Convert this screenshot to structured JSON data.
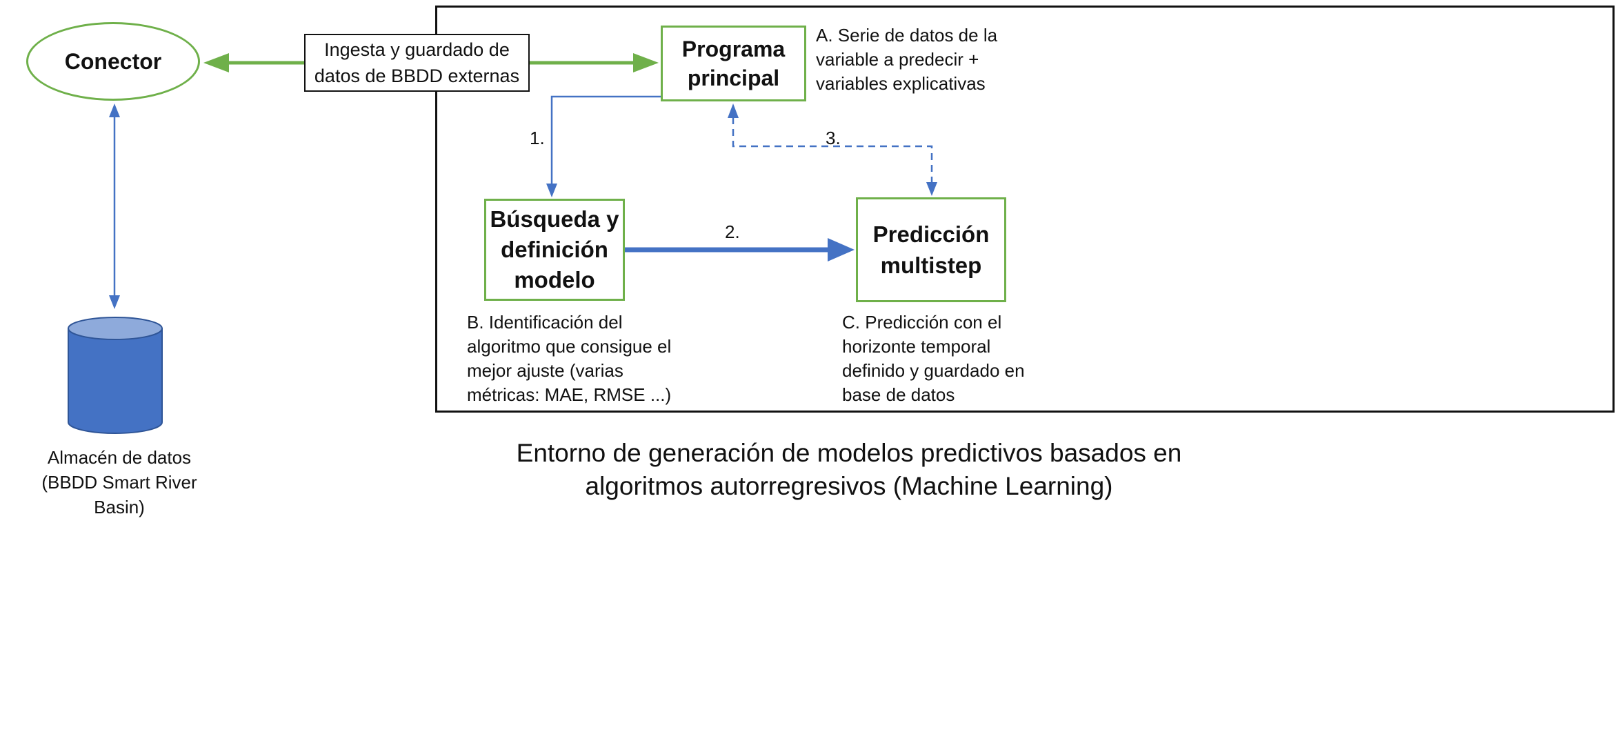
{
  "nodes": {
    "conector": "Conector",
    "ingesta": "Ingesta y guardado de\ndatos de BBDD externas",
    "programa": "Programa\nprincipal",
    "busqueda": "Búsqueda y\ndefinición\nmodelo",
    "prediccion": "Predicción\nmultistep"
  },
  "notes": {
    "a": "A. Serie de datos de la\nvariable a predecir +\nvariables explicativas",
    "b": "B. Identificación del\nalgoritmo que consigue el\nmejor ajuste (varias\nmétricas: MAE, RMSE ...)",
    "c": "C. Predicción con el\nhorizonte temporal\ndefinido y guardado en\nbase de datos"
  },
  "steps": {
    "s1": "1.",
    "s2": "2.",
    "s3": "3."
  },
  "storage_label": "Almacén de datos\n(BBDD Smart River Basin)",
  "environment_title": "Entorno de generación de modelos predictivos basados en\nalgoritmos autorregresivos (Machine Learning)",
  "colors": {
    "green": "#6fb04a",
    "blue": "#4472c4",
    "db_fill": "#4472c4",
    "db_top": "#8eaadb",
    "black": "#111111"
  }
}
